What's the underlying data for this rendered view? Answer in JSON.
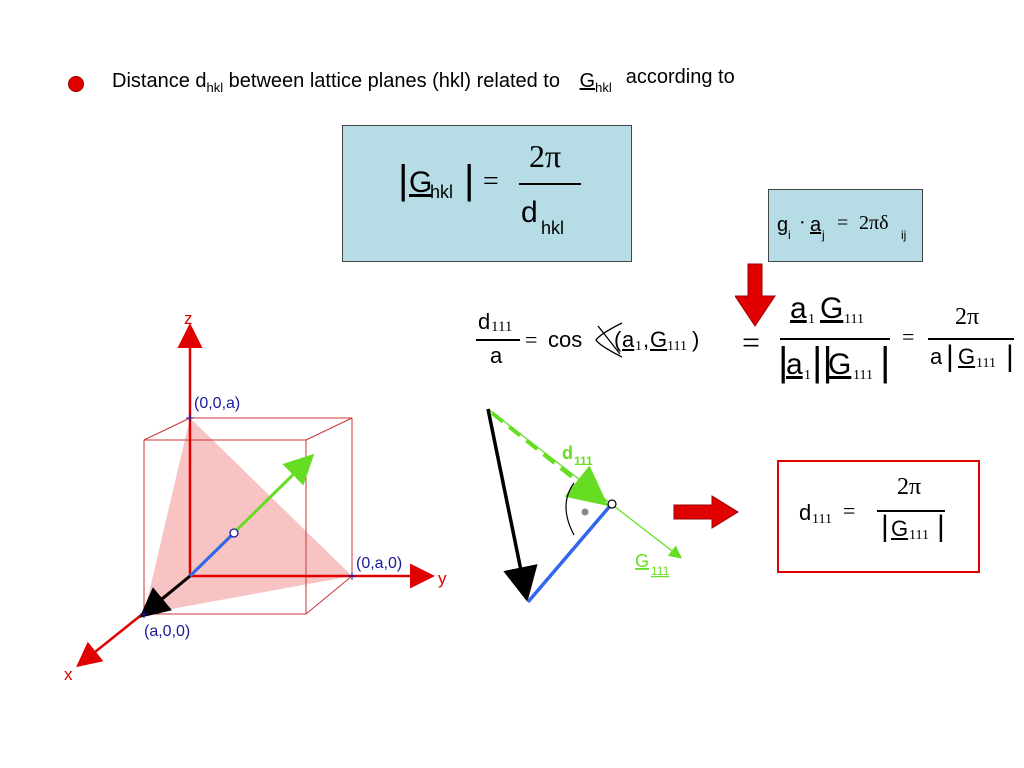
{
  "headline": {
    "before": "Distance d",
    "sub1": "hkl",
    "middle": " between lattice planes (hkl) related to ",
    "vec": "G",
    "sub2": "hkl",
    "after": "according to"
  },
  "formula_main": {
    "lhs_symbol": "G",
    "lhs_sub": "hkl",
    "equals": "=",
    "numerator": "2π",
    "den_symbol": "d",
    "den_sub": "hkl"
  },
  "formula_reciprocal": {
    "g": "g",
    "g_sub": "i",
    "dot": "·",
    "a": "a",
    "a_sub": "j",
    "equals": "=",
    "rhs": "2πδ",
    "rhs_sub": "ij"
  },
  "formula_cos": {
    "num": "d",
    "num_sub": "111",
    "den": "a",
    "equals": "=",
    "cos": "cos",
    "paren_open": "(",
    "a": "a",
    "a_sub": "1",
    "comma": ",",
    "G": "G",
    "G_sub": "111",
    "paren_close": ")"
  },
  "formula_ratio": {
    "equals1": "=",
    "num_a": "a",
    "num_a_sub": "1",
    "num_G": "G",
    "num_G_sub": "111",
    "den_a": "a",
    "den_a_sub": "1",
    "den_G": "G",
    "den_G_sub": "111",
    "equals2": "=",
    "rhs_num": "2π",
    "rhs_den_a": "a",
    "rhs_den_G": "G",
    "rhs_den_G_sub": "111"
  },
  "formula_result": {
    "lhs": "d",
    "lhs_sub": "111",
    "equals": "=",
    "num": "2π",
    "den_G": "G",
    "den_G_sub": "111"
  },
  "cube_labels": {
    "z": "z",
    "y": "y",
    "x": "x",
    "pz": "(0,0,a)",
    "py": "(0,a,0)",
    "px": "(a,0,0)"
  },
  "triangle_labels": {
    "d": "d",
    "d_sub": "111",
    "G": "G",
    "G_sub": "111"
  },
  "colors": {
    "red": "#e00000",
    "green": "#66dd22",
    "blue": "#3366ee",
    "box_fill": "#b6dde5",
    "plane_fill": "#f7b9b9",
    "label_blue": "#1a1a99"
  }
}
